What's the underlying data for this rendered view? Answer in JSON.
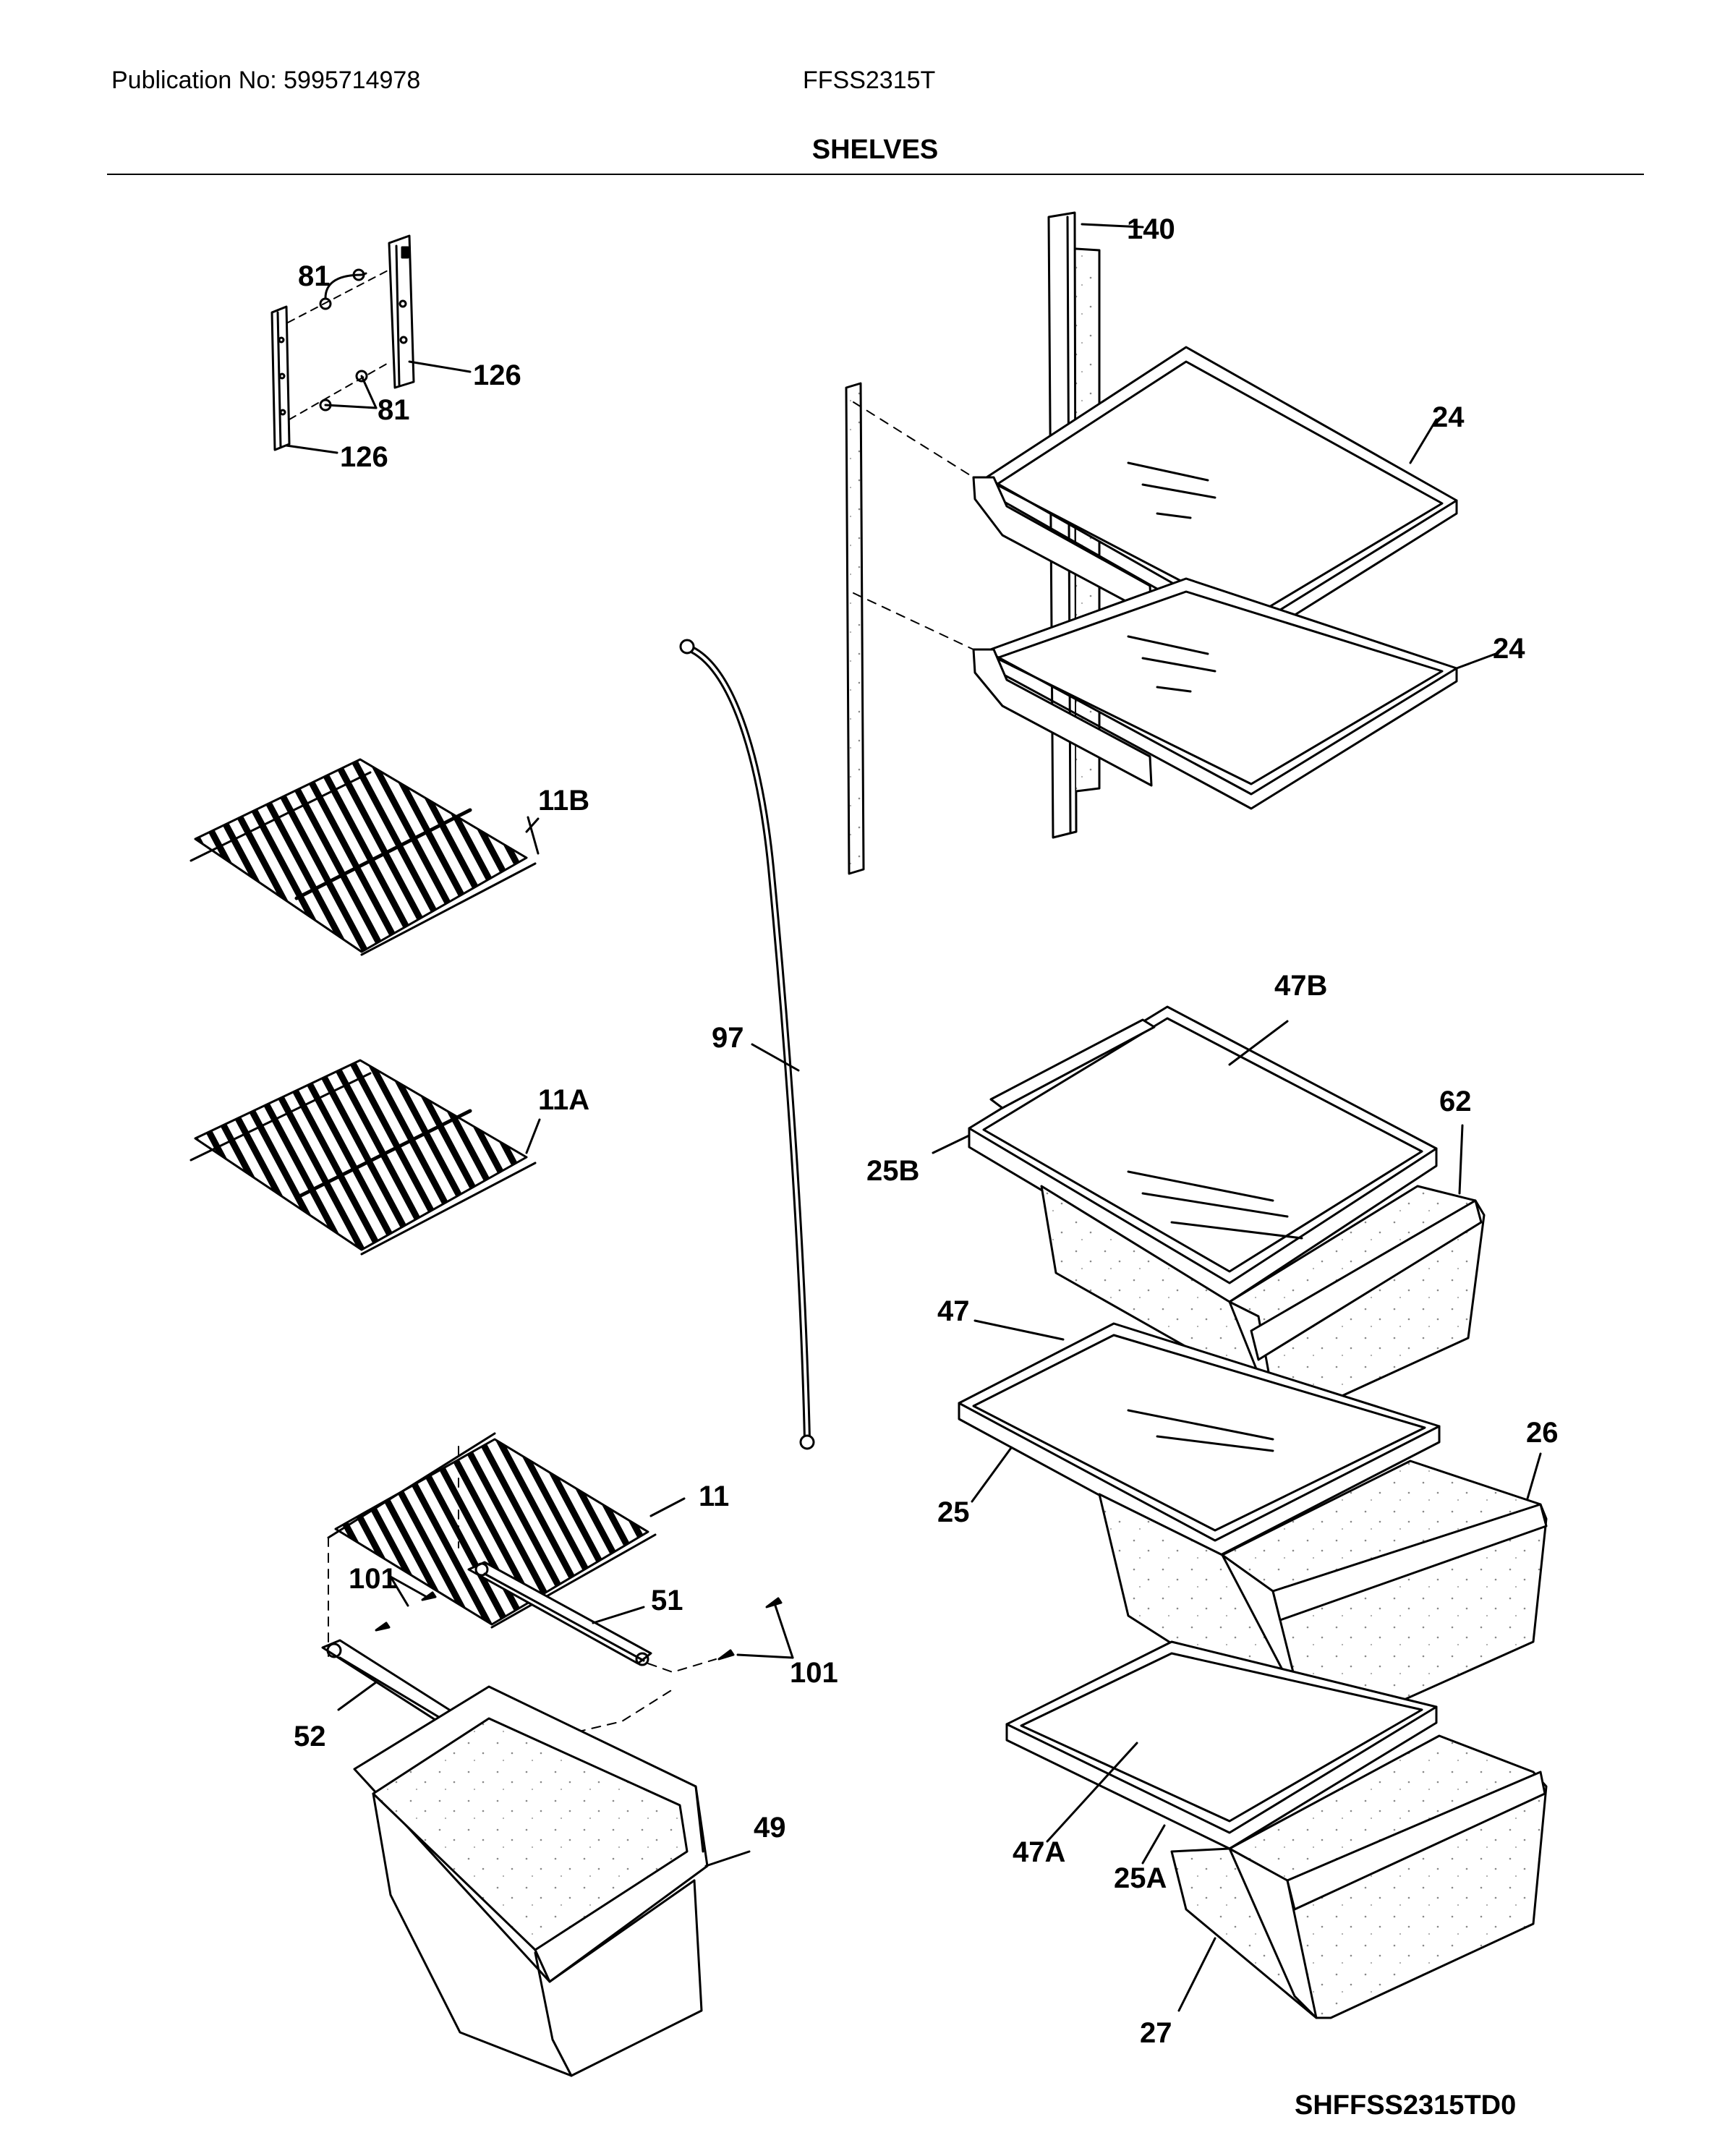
{
  "header": {
    "publication": "Publication No: 5995714978",
    "model": "FFSS2315T",
    "title": "SHELVES"
  },
  "footer": {
    "sheet_code": "SHFFSS2315TD0"
  },
  "callouts": [
    {
      "id": "81",
      "label": "81"
    },
    {
      "id": "81b",
      "label": "81"
    },
    {
      "id": "126",
      "label": "126"
    },
    {
      "id": "126b",
      "label": "126"
    },
    {
      "id": "140",
      "label": "140"
    },
    {
      "id": "24",
      "label": "24"
    },
    {
      "id": "24b",
      "label": "24"
    },
    {
      "id": "11B",
      "label": "11B"
    },
    {
      "id": "11A",
      "label": "11A"
    },
    {
      "id": "97",
      "label": "97"
    },
    {
      "id": "47B",
      "label": "47B"
    },
    {
      "id": "62",
      "label": "62"
    },
    {
      "id": "25B",
      "label": "25B"
    },
    {
      "id": "47",
      "label": "47"
    },
    {
      "id": "26",
      "label": "26"
    },
    {
      "id": "25",
      "label": "25"
    },
    {
      "id": "11",
      "label": "11"
    },
    {
      "id": "101",
      "label": "101"
    },
    {
      "id": "51",
      "label": "51"
    },
    {
      "id": "101b",
      "label": "101"
    },
    {
      "id": "52",
      "label": "52"
    },
    {
      "id": "49",
      "label": "49"
    },
    {
      "id": "47A",
      "label": "47A"
    },
    {
      "id": "25A",
      "label": "25A"
    },
    {
      "id": "27",
      "label": "27"
    }
  ]
}
